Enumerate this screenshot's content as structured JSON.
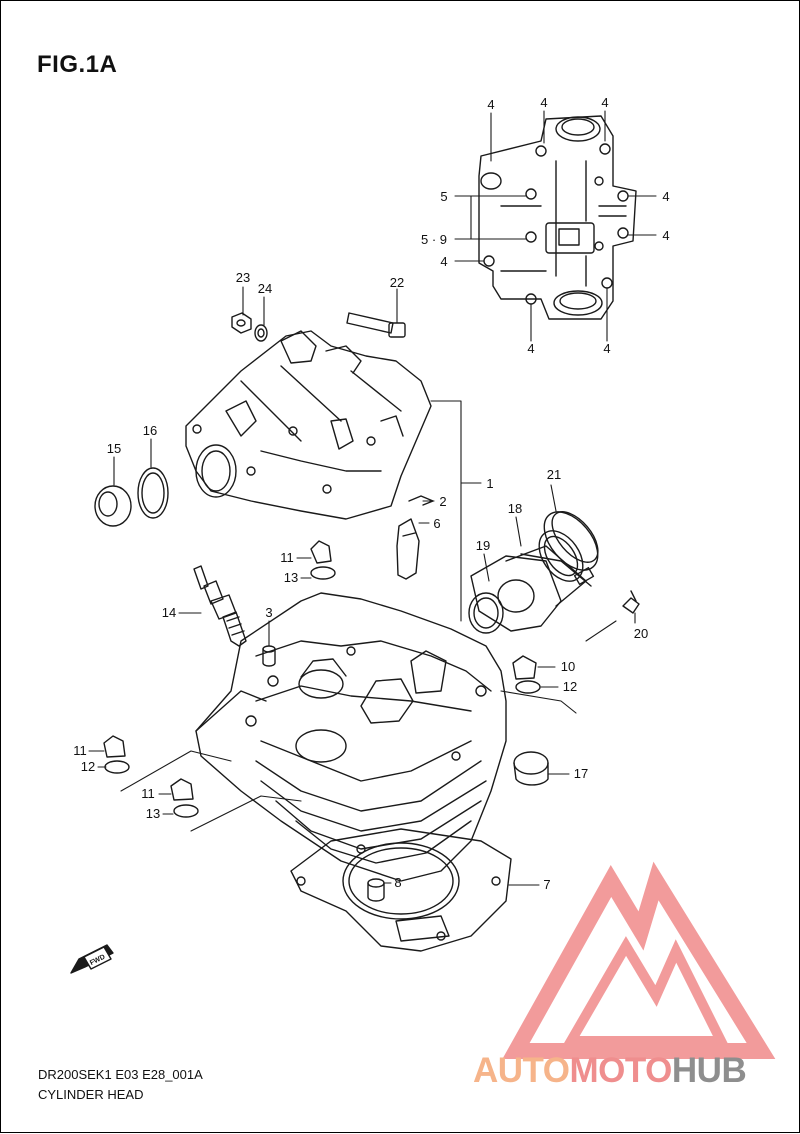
{
  "figure": {
    "label": "FIG.1A",
    "code": "DR200SEK1 E03 E28_001A",
    "title": "CYLINDER HEAD"
  },
  "callouts": {
    "c1": "1",
    "c2": "2",
    "c3": "3",
    "c6": "6",
    "c7": "7",
    "c8": "8",
    "c10": "10",
    "c11a": "11",
    "c11b": "11",
    "c11c": "11",
    "c12a": "12",
    "c12b": "12",
    "c13a": "13",
    "c13b": "13",
    "c14": "14",
    "c15": "15",
    "c16": "16",
    "c17": "17",
    "c18": "18",
    "c19": "19",
    "c20": "20",
    "c21": "21",
    "c22": "22",
    "c23": "23",
    "c24": "24"
  },
  "cover_callouts": {
    "t1": "4",
    "t2": "4",
    "t3": "4",
    "r1": "4",
    "r2": "4",
    "l1": "5",
    "l2": "5 · 9",
    "l3": "4",
    "b1": "4",
    "b2": "4"
  },
  "fwd_badge": "FWD",
  "watermark": {
    "part1": "AUTO",
    "part2": "MOTO",
    "part3": "HUB",
    "colors": {
      "auto": "#f6b48a",
      "moto": "#ef8e8e",
      "hub": "#8e8e8e",
      "logo": "#f08a8a"
    }
  }
}
